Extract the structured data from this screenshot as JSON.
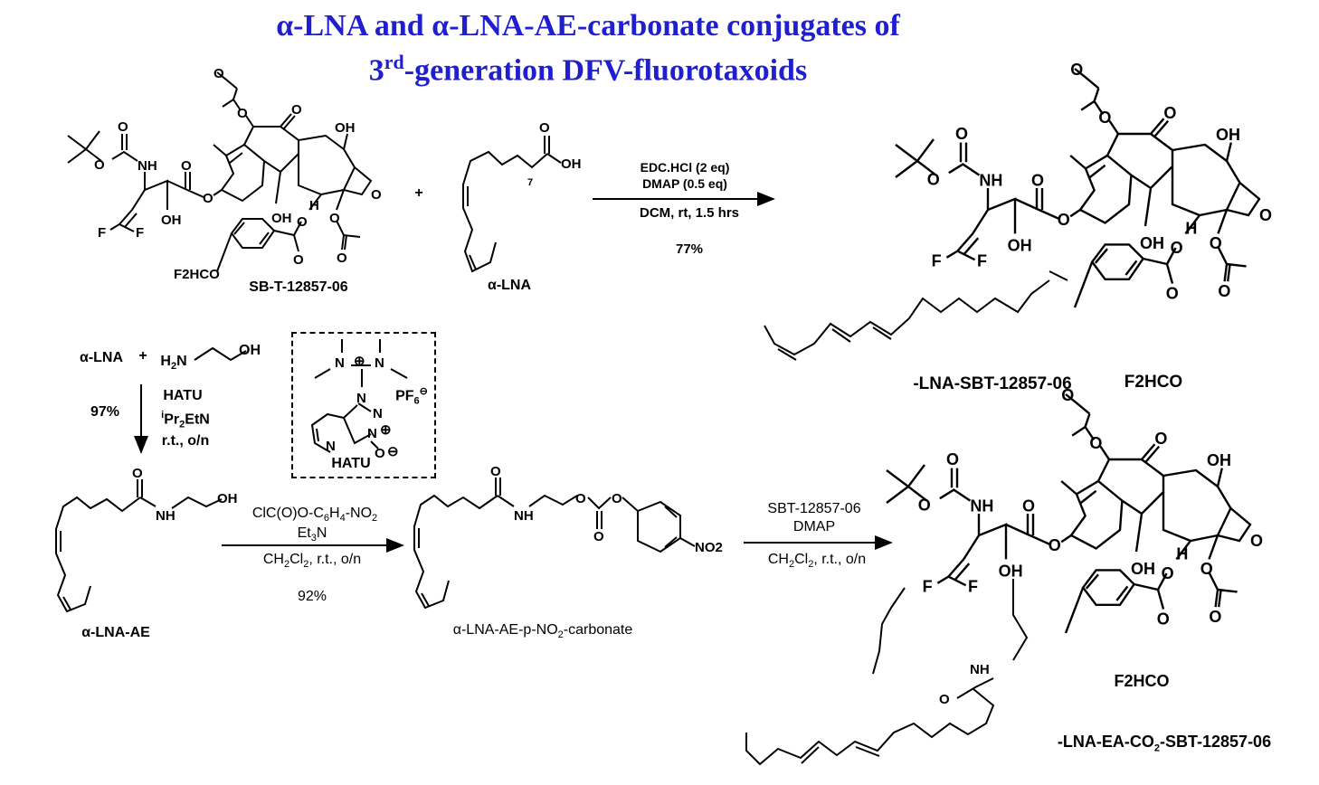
{
  "title": {
    "line1": "α-LNA and α-LNA-AE-carbonate conjugates of",
    "line2_pre": "3",
    "line2_sup": "rd",
    "line2_post": "-generation DFV-fluorotaxoids"
  },
  "step1": {
    "reagent1": "EDC.HCl (2 eq)",
    "reagent2": "DMAP (0.5 eq)",
    "conditions": "DCM, rt, 1.5 hrs",
    "yield": "77%",
    "plus": "+"
  },
  "compounds": {
    "sbt": "SB-T-12857-06",
    "lna": "α-LNA",
    "product1": "-LNA-SBT-12857-06",
    "product1_f2hco": "F2HCO",
    "lna_ae": "α-LNA-AE",
    "carbonate_pre": "α-LNA-AE-p-NO",
    "carbonate_sub": "2",
    "carbonate_post": "-carbonate",
    "product2_pre": "-LNA-EA-CO",
    "product2_sub": "2",
    "product2_post": "-SBT-12857-06",
    "product2_f2hco": "F2HCO"
  },
  "step2": {
    "reactant": "α-LNA",
    "plus": "+",
    "amine_pre": "H",
    "amine_sub": "2",
    "amine_post": "N",
    "amine_oh": "OH",
    "reagent1": "HATU",
    "reagent2_sup": "i",
    "reagent2_pre": "Pr",
    "reagent2_sub": "2",
    "reagent2_post": "EtN",
    "conditions": "r.t., o/n",
    "yield": "97%"
  },
  "hatu": {
    "name": "HATU",
    "pf6_pre": "PF",
    "pf6_sub": "6",
    "charge_neg": "⊖",
    "charge_pos": "⊕",
    "n": "N",
    "o": "O"
  },
  "step3": {
    "r1_a": "ClC(O)O-C",
    "r1_b": "6",
    "r1_c": "H",
    "r1_d": "4",
    "r1_e": "-NO",
    "r1_f": "2",
    "r2_pre": "Et",
    "r2_sub": "3",
    "r2_post": "N",
    "c_pre": "CH",
    "c_sub1": "2",
    "c_mid": "Cl",
    "c_sub2": "2",
    "c_post": ", r.t., o/n",
    "yield": "92%"
  },
  "step4": {
    "reagent1": "SBT-12857-06",
    "reagent2": "DMAP",
    "c_pre": "CH",
    "c_sub1": "2",
    "c_mid": "Cl",
    "c_sub2": "2",
    "c_post": ", r.t., o/n"
  },
  "atoms": {
    "o": "O",
    "oh": "OH",
    "nh": "NH",
    "h": "H",
    "f": "F",
    "n": "N",
    "no2": "NO2",
    "f2hco": "F2HCO",
    "sub7": "7"
  }
}
